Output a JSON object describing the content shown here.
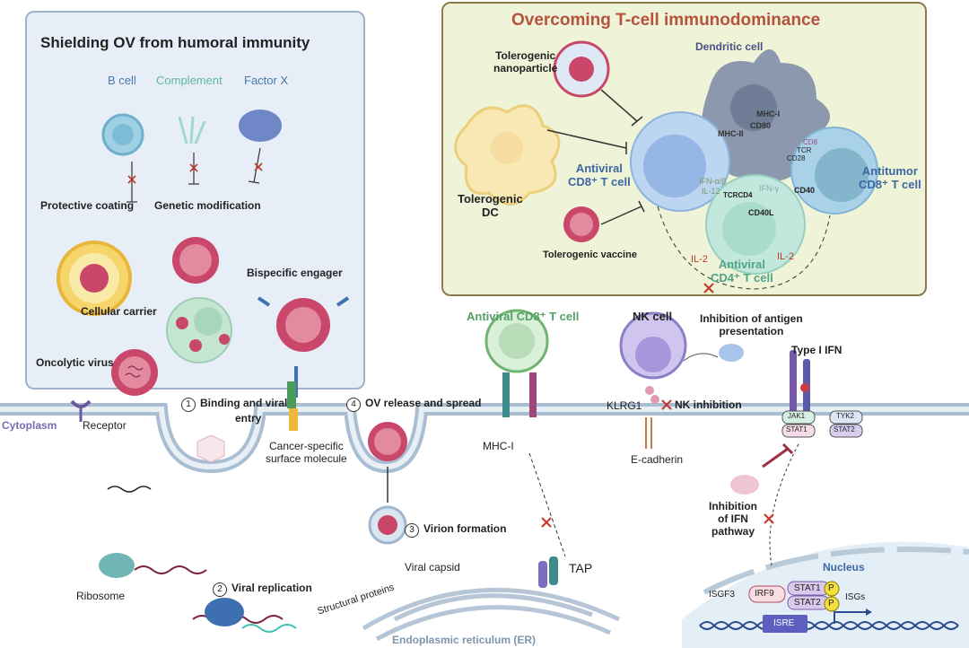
{
  "left_panel": {
    "title": "Shielding OV from humoral immunity",
    "threats": [
      "B cell",
      "Complement",
      "Factor X"
    ],
    "strategies": {
      "protective_coating": "Protective coating",
      "genetic_modification": "Genetic modification",
      "cellular_carrier": "Cellular carrier",
      "bispecific_engager": "Bispecific engager"
    },
    "oncolytic_virus": "Oncolytic virus"
  },
  "right_panel": {
    "title": "Overcoming T-cell immunodominance",
    "tolerogenic_nanoparticle": [
      "Tolerogenic",
      "nanoparticle"
    ],
    "tolerogenic_dc": [
      "Tolerogenic",
      "DC"
    ],
    "tolerogenic_vaccine": "Tolerogenic vaccine",
    "dendritic_cell": "Dendritic cell",
    "antiviral_cd8": [
      "Antiviral",
      "CD8⁺ T cell"
    ],
    "antitumor_cd8": [
      "Antitumor",
      "CD8⁺ T cell"
    ],
    "antiviral_cd4": [
      "Antiviral",
      "CD4⁺ T cell"
    ],
    "molecules": {
      "mhc1": "MHC-I",
      "cd80": "CD80",
      "mhc2": "MHC-II",
      "cd8": "CD8",
      "tcr": "TCR",
      "cd28": "CD28",
      "ifn_ab": "IFN-α/β",
      "il12": "IL-12",
      "tcr_cd4": "TCRCD4",
      "ifn_g": "IFN-γ",
      "cd40": "CD40",
      "cd40l": "CD40L",
      "il2_left": "IL-2",
      "il2_right": "IL-2"
    }
  },
  "main": {
    "cytoplasm": "Cytoplasm",
    "receptor": "Receptor",
    "step1": {
      "num": "1",
      "label": [
        "Binding and viral",
        "entry"
      ]
    },
    "step2": {
      "num": "2",
      "label": "Viral replication"
    },
    "step3": {
      "num": "3",
      "label": "Virion formation"
    },
    "step4": {
      "num": "4",
      "label": "OV release and spread"
    },
    "cancer_molecule": [
      "Cancer-specific",
      "surface molecule"
    ],
    "ribosome": "Ribosome",
    "structural_proteins": "Structural proteins",
    "viral_capsid": "Viral capsid",
    "er": "Endoplasmic reticulum (ER)",
    "antiviral_cd8_cell": "Antiviral CD8⁺ T cell",
    "mhc1": "MHC-I",
    "tap": "TAP",
    "nk_cell": "NK cell",
    "klrg1": "KLRG1",
    "nk_inhibition": "NK inhibition",
    "e_cadherin": "E-cadherin",
    "inhibition_antigen": [
      "Inhibition of antigen",
      "presentation"
    ],
    "type1_ifn": "Type I IFN",
    "jak1": "JAK1",
    "tyk2": "TYK2",
    "stat1": "STAT1",
    "stat2": "STAT2",
    "inhibition_ifn": [
      "Inhibition",
      "of IFN",
      "pathway"
    ],
    "nucleus": "Nucleus",
    "isgf3": "ISGF3",
    "irf9": "IRF9",
    "nuc_stat1": "STAT1",
    "nuc_stat2": "STAT2",
    "p": "P",
    "isgs": "ISGs",
    "isre": "ISRE"
  },
  "colors": {
    "virus": "#c8476a",
    "membrane": "#a9bed3",
    "left_panel": "#e7eef7",
    "right_panel": "#eff3d7",
    "title_right": "#b5533c"
  }
}
